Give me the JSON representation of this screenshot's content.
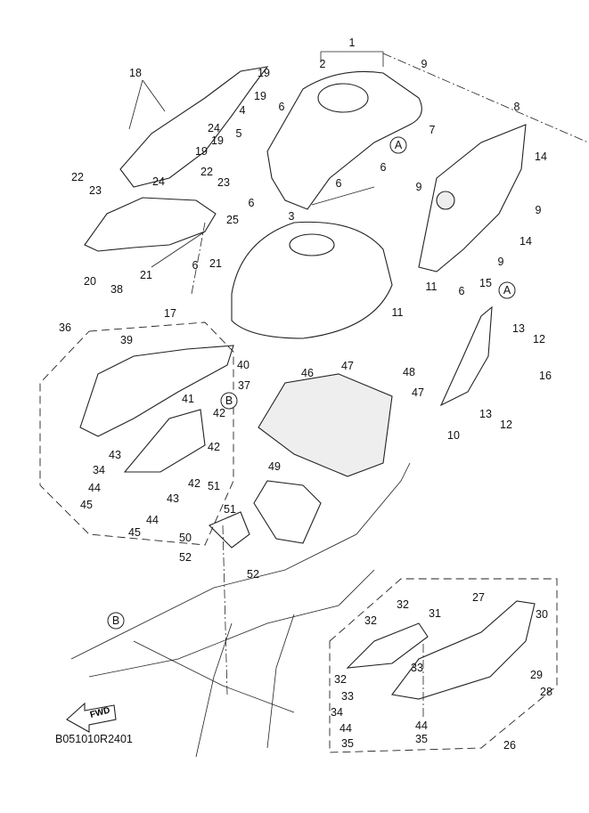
{
  "diagram": {
    "code": "B051010R2401",
    "fwd_label": "FWD",
    "part_numbers": [
      "1",
      "2",
      "9",
      "18",
      "19",
      "19",
      "6",
      "4",
      "7",
      "8",
      "24",
      "5",
      "19",
      "19",
      "6",
      "14",
      "22",
      "23",
      "22",
      "23",
      "24",
      "6",
      "9",
      "9",
      "6",
      "25",
      "3",
      "14",
      "21",
      "6",
      "21",
      "20",
      "9",
      "17",
      "38",
      "11",
      "6",
      "15",
      "11",
      "13",
      "12",
      "36",
      "39",
      "40",
      "47",
      "48",
      "47",
      "46",
      "37",
      "41",
      "42",
      "16",
      "42",
      "13",
      "12",
      "10",
      "43",
      "34",
      "43",
      "42",
      "44",
      "45",
      "44",
      "45",
      "49",
      "51",
      "51",
      "50",
      "52",
      "52",
      "27",
      "32",
      "31",
      "30",
      "32",
      "33",
      "32",
      "29",
      "28",
      "33",
      "34",
      "44",
      "44",
      "35",
      "35",
      "26"
    ],
    "reference_marks": [
      "A",
      "A",
      "B",
      "B"
    ]
  }
}
